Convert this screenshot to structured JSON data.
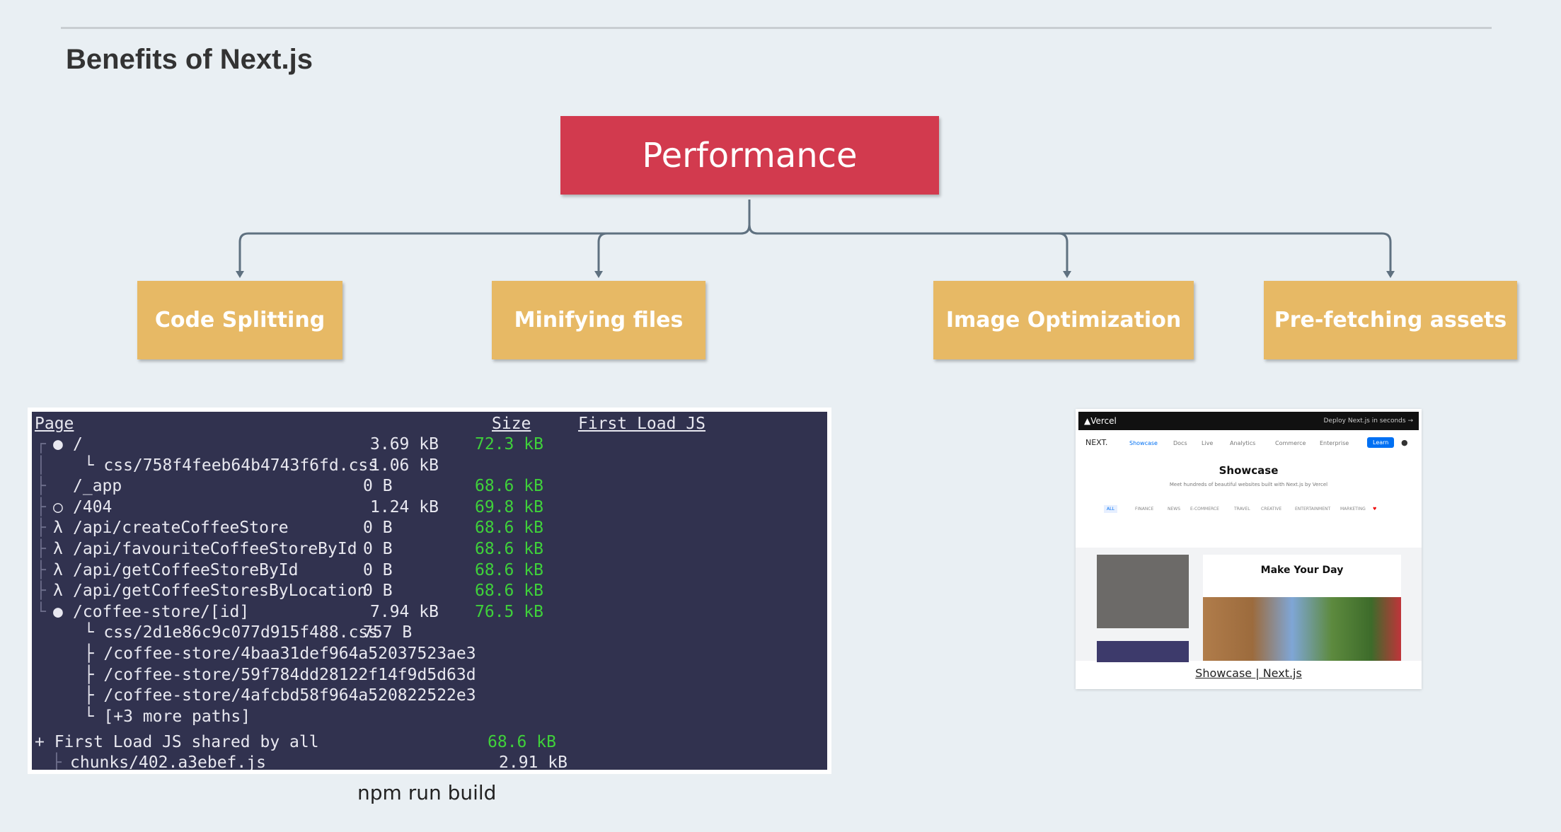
{
  "slide": {
    "title": "Benefits of Next.js"
  },
  "diagram": {
    "root": "Performance",
    "children": [
      "Code Splitting",
      "Minifying files",
      "Image Optimization",
      "Pre-fetching assets"
    ],
    "colors": {
      "root": "#d23a4e",
      "child": "#e7b965",
      "connector": "#5f7180"
    }
  },
  "terminal": {
    "headers": {
      "page": "Page",
      "size": "Size",
      "first_load": "First Load JS"
    },
    "rows": [
      {
        "glyph": "┌",
        "marker": "●",
        "path": "/",
        "size": "3.69 kB",
        "first": "72.3 kB"
      },
      {
        "glyph": "│",
        "marker": "",
        "path": "  └ css/758f4feeb64b4743f6fd.css",
        "size": "1.06 kB",
        "first": ""
      },
      {
        "glyph": "├",
        "marker": "",
        "path": "/_app",
        "size": "0 B",
        "first": "68.6 kB"
      },
      {
        "glyph": "├",
        "marker": "○",
        "path": "/404",
        "size": "1.24 kB",
        "first": "69.8 kB"
      },
      {
        "glyph": "├",
        "marker": "λ",
        "path": "/api/createCoffeeStore",
        "size": "0 B",
        "first": "68.6 kB"
      },
      {
        "glyph": "├",
        "marker": "λ",
        "path": "/api/favouriteCoffeeStoreById",
        "size": "0 B",
        "first": "68.6 kB"
      },
      {
        "glyph": "├",
        "marker": "λ",
        "path": "/api/getCoffeeStoreById",
        "size": "0 B",
        "first": "68.6 kB"
      },
      {
        "glyph": "├",
        "marker": "λ",
        "path": "/api/getCoffeeStoresByLocation",
        "size": "0 B",
        "first": "68.6 kB"
      },
      {
        "glyph": "└",
        "marker": "●",
        "path": "/coffee-store/[id]",
        "size": "7.94 kB",
        "first": "76.5 kB"
      },
      {
        "glyph": "",
        "marker": "",
        "path": "  └ css/2d1e86c9c077d915f488.css",
        "size": "757 B",
        "first": ""
      },
      {
        "glyph": "",
        "marker": "",
        "path": "  ├ /coffee-store/4baa31def964a52037523ae3",
        "size": "",
        "first": ""
      },
      {
        "glyph": "",
        "marker": "",
        "path": "  ├ /coffee-store/59f784dd28122f14f9d5d63d",
        "size": "",
        "first": ""
      },
      {
        "glyph": "",
        "marker": "",
        "path": "  ├ /coffee-store/4afcbd58f964a520822522e3",
        "size": "",
        "first": ""
      },
      {
        "glyph": "",
        "marker": "",
        "path": "  └ [+3 more paths]",
        "size": "",
        "first": ""
      }
    ],
    "shared": {
      "label": "+ First Load JS shared by all",
      "first": "68.6 kB"
    },
    "chunk": {
      "glyph": "├",
      "path": "chunks/402.a3ebef.js",
      "size": "2.91 kB"
    },
    "caption": "npm run build"
  },
  "showcase": {
    "bar_brand": "▲Vercel",
    "bar_right": "Deploy Next.js in seconds →",
    "nav": [
      "NEXT.",
      "Showcase",
      "Docs",
      "Live",
      "Analytics",
      "Commerce",
      "Enterprise",
      "Learn"
    ],
    "heading": "Showcase",
    "subheading": "Meet hundreds of beautiful websites built with Next.js by Vercel",
    "filters": [
      "ALL",
      "FINANCE",
      "NEWS",
      "E-COMMERCE",
      "TRAVEL",
      "CREATIVE",
      "ENTERTAINMENT",
      "MARKETING",
      "♥"
    ],
    "card_title": "Make Your Day",
    "caption": "Showcase | Next.js"
  }
}
